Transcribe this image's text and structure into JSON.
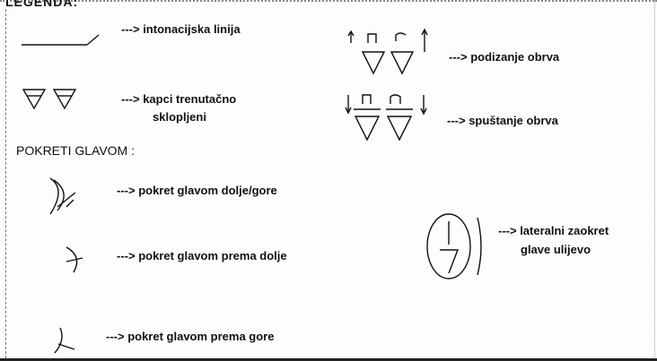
{
  "legend": {
    "heading": "LEGENDA:",
    "items": {
      "intonation_line": "---> intonacijska linija",
      "brow_raise": "---> podizanje obrva",
      "lids_closed_1": "--->  kapci trenutačno",
      "lids_closed_2": "sklopljeni",
      "brow_lower": "---> spuštanje obrva",
      "head_section": "POKRETI GLAVOM :",
      "head_down_up": "---> pokret glavom dolje/gore",
      "lateral_1": "---> lateralni zaokret",
      "lateral_2": "glave ulijevo",
      "head_down": "--->   pokret glavom prema dolje",
      "head_up": "---> pokret glavom prema gore"
    }
  }
}
